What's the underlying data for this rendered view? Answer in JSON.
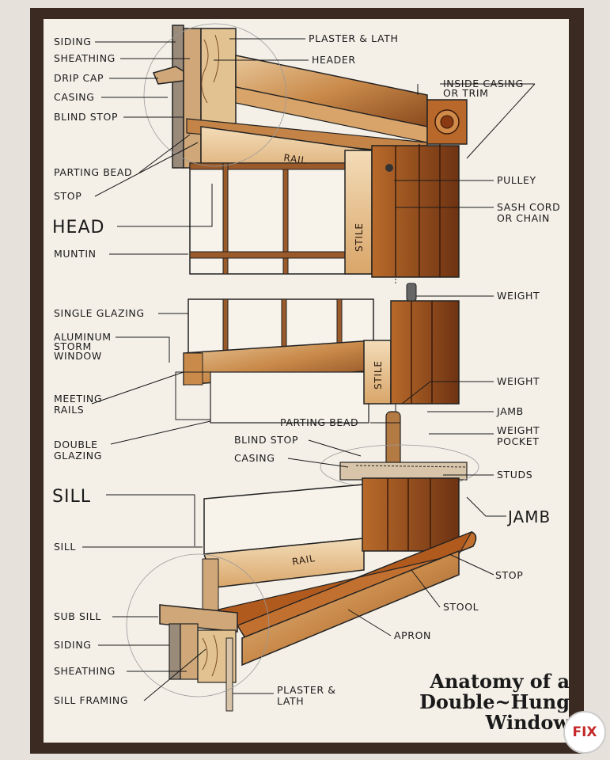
{
  "title": [
    "Anatomy of a",
    "Double~Hung",
    "Window"
  ],
  "badge": "FIX",
  "labels": {
    "siding_top": "SIDING",
    "sheathing_top": "SHEATHING",
    "drip_cap": "DRIP CAP",
    "casing_top": "CASING",
    "blind_stop_top": "BLIND STOP",
    "parting_bead_top": "PARTING BEAD",
    "stop_top": "STOP",
    "head": "HEAD",
    "muntin": "MUNTIN",
    "single_glazing": "SINGLE GLAZING",
    "aluminum_storm": [
      "ALUMINUM",
      "STORM",
      "WINDOW"
    ],
    "meeting_rails": [
      "MEETING",
      "RAILS"
    ],
    "double_glazing": [
      "DOUBLE",
      "GLAZING"
    ],
    "sill_big": "SILL",
    "sill": "SILL",
    "sub_sill": "SUB SILL",
    "siding_bottom": "SIDING",
    "sheathing_bottom": "SHEATHING",
    "sill_framing": "SILL FRAMING",
    "plaster_lath_top": "PLASTER & LATH",
    "header": "HEADER",
    "inside_casing": [
      "INSIDE CASING",
      "OR TRIM"
    ],
    "pulley": "PULLEY",
    "sash_cord": [
      "SASH CORD",
      "OR CHAIN"
    ],
    "weight_top": "WEIGHT",
    "weight_mid": "WEIGHT",
    "jamb_small": "JAMB",
    "weight_pocket": [
      "WEIGHT",
      "POCKET"
    ],
    "parting_bead_mid": "PARTING BEAD",
    "blind_stop_mid": "BLIND STOP",
    "casing_mid": "CASING",
    "studs": "STUDS",
    "jamb_big": "JAMB",
    "stop_bottom": "STOP",
    "stool": "STOOL",
    "apron": "APRON",
    "plaster_lath_bottom": [
      "PLASTER &",
      "LATH"
    ]
  },
  "parts": {
    "rail_top": "RAIL",
    "stile_top": "STILE",
    "stile_mid": "STILE",
    "rail_bottom": "RAIL"
  }
}
